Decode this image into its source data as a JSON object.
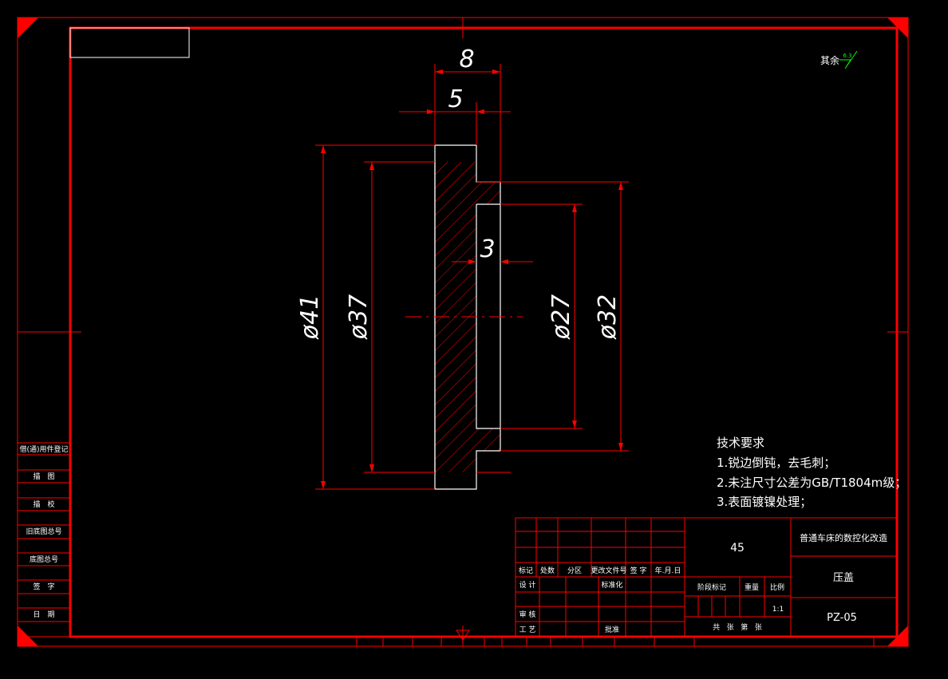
{
  "title_block": {
    "material": "45",
    "project_title": "普通车床的数控化改造",
    "part_name": "压盖",
    "drawing_no": "PZ-05",
    "scale": "1:1",
    "labels": {
      "mark": "标记",
      "count": "处数",
      "zone": "分区",
      "change_doc": "更改文件号",
      "signature": "签 字",
      "date": "年.月.日",
      "design": "设 计",
      "standardize": "标准化",
      "review": "审 核",
      "process": "工 艺",
      "approve": "批准",
      "stage_mark": "阶段标记",
      "weight": "重量",
      "scale_label": "比例",
      "sheets": "共   张   第   张"
    }
  },
  "left_strip": {
    "items": [
      "借(通)用件登记",
      "描　图",
      "描　校",
      "旧底图总号",
      "底图总号",
      "签　字",
      "日　期"
    ]
  },
  "surface_note": {
    "label": "其余",
    "roughness": "6.3"
  },
  "tech_requirements": {
    "heading": "技术要求",
    "items": [
      "1.锐边倒钝，去毛刺；",
      "2.未注尺寸公差为GB/T1804m级；",
      "3.表面镀镍处理；"
    ]
  },
  "dimensions": {
    "d41": "ø41",
    "d37": "ø37",
    "d27": "ø27",
    "d32": "ø32",
    "w8": "8",
    "w5": "5",
    "w3": "3"
  },
  "colors": {
    "frame": "#ff0000",
    "line": "#ffffff",
    "surface_symbol": "#00ff00"
  }
}
